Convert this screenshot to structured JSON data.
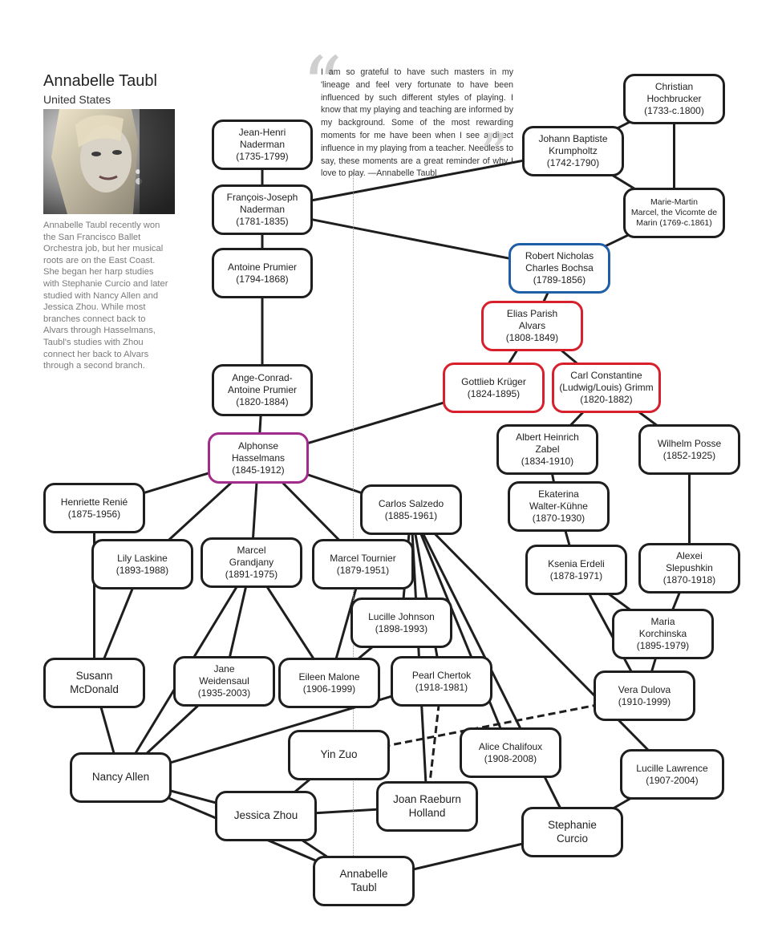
{
  "profile": {
    "name": "Annabelle Taubl",
    "country": "United States",
    "bio": "Annabelle Taubl recently won the San Francisco Ballet Orchestra job, but her musical roots are on the East Coast. She began her harp studies with Stephanie Curcio and later studied with Nancy Allen and Jessica Zhou. While most branches connect back to Alvars through Hasselmans, Taubl's studies with Zhou connect her back to Alvars through a second branch."
  },
  "quote": {
    "text": "I am so grateful to have such masters in my 'lineage and feel very fortunate to have been influenced by such different styles of playing. I know that my playing and teaching are informed by my background. Some of the most rewarding moments for me have been when I see a direct influence in my playing from a teacher. Needless to say, these moments are a great reminder of why I love to play. —Annabelle Taubl",
    "open_mark": "“",
    "close_mark": "”"
  },
  "colors": {
    "node_border": "#1e1e1e",
    "bochsa_highlight": "#1f5fa8",
    "alvars_branch": "#d8202c",
    "hasselmans_highlight": "#a12c8a"
  },
  "nodes": {
    "naderman_jh": {
      "label": "Jean-Henri\nNaderman\n(1735-1799)"
    },
    "naderman_fj": {
      "label": "François-Joseph\nNaderman\n(1781-1835)"
    },
    "prumier_a": {
      "label": "Antoine Prumier\n(1794-1868)"
    },
    "prumier_ac": {
      "label": "Ange-Conrad-\nAntoine Prumier\n(1820-1884)"
    },
    "hasselmans": {
      "label": "Alphonse\nHasselmans\n(1845-1912)"
    },
    "hochbrucker": {
      "label": "Christian\nHochbrucker\n(1733-c.1800)"
    },
    "krumpholtz": {
      "label": "Johann Baptiste\nKrumpholtz\n(1742-1790)"
    },
    "marcel": {
      "label": "Marie-Martin\nMarcel, the Vicomte de\nMarin (1769-c.1861)"
    },
    "bochsa": {
      "label": "Robert Nicholas\nCharles Bochsa\n(1789-1856)"
    },
    "alvars": {
      "label": "Elias Parish\nAlvars\n(1808-1849)"
    },
    "kruger": {
      "label": "Gottlieb Krüger\n(1824-1895)"
    },
    "grimm": {
      "label": "Carl Constantine\n(Ludwig/Louis) Grimm\n(1820-1882)"
    },
    "zabel": {
      "label": "Albert Heinrich\nZabel\n(1834-1910)"
    },
    "posse": {
      "label": "Wilhelm Posse\n(1852-1925)"
    },
    "walter_kuhne": {
      "label": "Ekaterina\nWalter-Kühne\n(1870-1930)"
    },
    "erdeli": {
      "label": "Ksenia Erdeli\n(1878-1971)"
    },
    "slepushkin": {
      "label": "Alexei\nSlepushkin\n(1870-1918)"
    },
    "korchinska": {
      "label": "Maria\nKorchinska\n(1895-1979)"
    },
    "dulova": {
      "label": "Vera Dulova\n(1910-1999)"
    },
    "renie": {
      "label": "Henriette Renié\n(1875-1956)"
    },
    "salzedo": {
      "label": "Carlos Salzedo\n(1885-1961)"
    },
    "laskine": {
      "label": "Lily Laskine\n(1893-1988)"
    },
    "grandjany": {
      "label": "Marcel\nGrandjany\n(1891-1975)"
    },
    "tournier": {
      "label": "Marcel Tournier\n(1879-1951)"
    },
    "johnson": {
      "label": "Lucille Johnson\n(1898-1993)"
    },
    "mcdonald": {
      "label": "Susann\nMcDonald"
    },
    "weidensaul": {
      "label": "Jane\nWeidensaul\n(1935-2003)"
    },
    "malone": {
      "label": "Eileen Malone\n(1906-1999)"
    },
    "chertok": {
      "label": "Pearl Chertok\n(1918-1981)"
    },
    "allen": {
      "label": "Nancy Allen"
    },
    "zuo": {
      "label": "Yin Zuo"
    },
    "chalifoux": {
      "label": "Alice Chalifoux\n(1908-2008)"
    },
    "lawrence": {
      "label": "Lucille Lawrence\n(1907-2004)"
    },
    "zhou": {
      "label": "Jessica Zhou"
    },
    "holland": {
      "label": "Joan Raeburn\nHolland"
    },
    "curcio": {
      "label": "Stephanie\nCurcio"
    },
    "taubl": {
      "label": "Annabelle\nTaubl"
    }
  },
  "edges": [
    [
      "naderman_jh",
      "naderman_fj"
    ],
    [
      "naderman_fj",
      "prumier_a"
    ],
    [
      "naderman_fj",
      "krumpholtz"
    ],
    [
      "naderman_fj",
      "bochsa"
    ],
    [
      "prumier_a",
      "prumier_ac"
    ],
    [
      "prumier_ac",
      "hasselmans"
    ],
    [
      "hochbrucker",
      "krumpholtz"
    ],
    [
      "hochbrucker",
      "marcel"
    ],
    [
      "krumpholtz",
      "marcel"
    ],
    [
      "marcel",
      "bochsa"
    ],
    [
      "bochsa",
      "alvars"
    ],
    [
      "alvars",
      "kruger"
    ],
    [
      "alvars",
      "grimm"
    ],
    [
      "kruger",
      "hasselmans"
    ],
    [
      "grimm",
      "zabel"
    ],
    [
      "grimm",
      "posse"
    ],
    [
      "zabel",
      "walter_kuhne"
    ],
    [
      "walter_kuhne",
      "erdeli"
    ],
    [
      "posse",
      "slepushkin"
    ],
    [
      "slepushkin",
      "korchinska"
    ],
    [
      "erdeli",
      "korchinska"
    ],
    [
      "korchinska",
      "dulova"
    ],
    [
      "erdeli",
      "dulova"
    ],
    [
      "hasselmans",
      "renie"
    ],
    [
      "hasselmans",
      "laskine"
    ],
    [
      "hasselmans",
      "grandjany"
    ],
    [
      "hasselmans",
      "tournier"
    ],
    [
      "hasselmans",
      "salzedo"
    ],
    [
      "renie",
      "mcdonald"
    ],
    [
      "laskine",
      "mcdonald"
    ],
    [
      "grandjany",
      "weidensaul"
    ],
    [
      "grandjany",
      "malone"
    ],
    [
      "grandjany",
      "allen"
    ],
    [
      "tournier",
      "malone"
    ],
    [
      "johnson",
      "malone"
    ],
    [
      "salzedo",
      "johnson"
    ],
    [
      "salzedo",
      "holland"
    ],
    [
      "salzedo",
      "chertok"
    ],
    [
      "salzedo",
      "chalifoux"
    ],
    [
      "salzedo",
      "curcio"
    ],
    [
      "salzedo",
      "lawrence"
    ],
    [
      "mcdonald",
      "allen"
    ],
    [
      "weidensaul",
      "allen"
    ],
    [
      "chertok",
      "allen"
    ],
    [
      "allen",
      "zhou"
    ],
    [
      "allen",
      "taubl"
    ],
    [
      "zuo",
      "zhou"
    ],
    [
      "zhou",
      "holland"
    ],
    [
      "zhou",
      "taubl"
    ],
    [
      "taubl",
      "curcio"
    ],
    [
      "lawrence",
      "curcio"
    ]
  ],
  "dashed_edges": [
    [
      "chertok",
      "holland"
    ],
    [
      "zuo",
      "dulova"
    ]
  ]
}
